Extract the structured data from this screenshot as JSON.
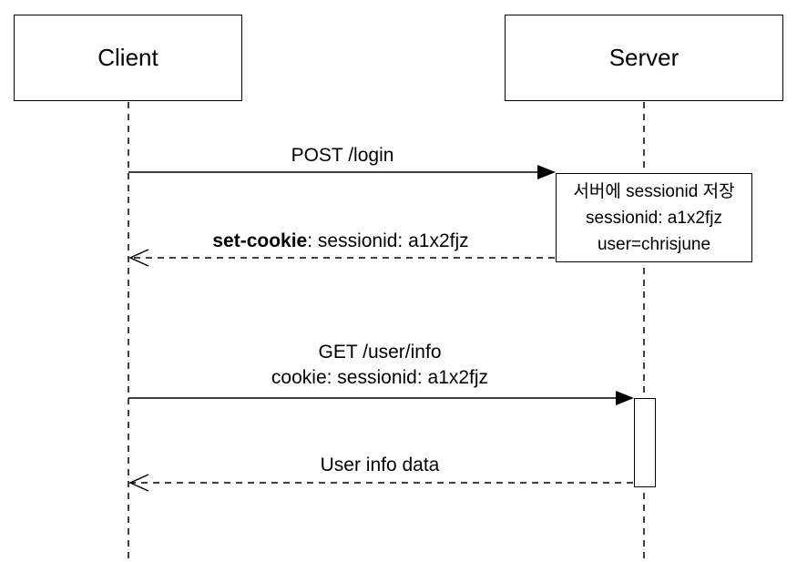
{
  "participants": {
    "client": "Client",
    "server": "Server"
  },
  "messages": {
    "login_request": "POST /login",
    "set_cookie_bold": "set-cookie",
    "set_cookie_rest": ": sessionid: a1x2fjz",
    "info_request_line1": "GET /user/info",
    "info_request_line2": "cookie: sessionid: a1x2fjz",
    "info_response": "User info data"
  },
  "note": {
    "line1": "서버에 sessionid 저장",
    "line2": "sessionid: a1x2fjz",
    "line3": "user=chrisjune"
  }
}
